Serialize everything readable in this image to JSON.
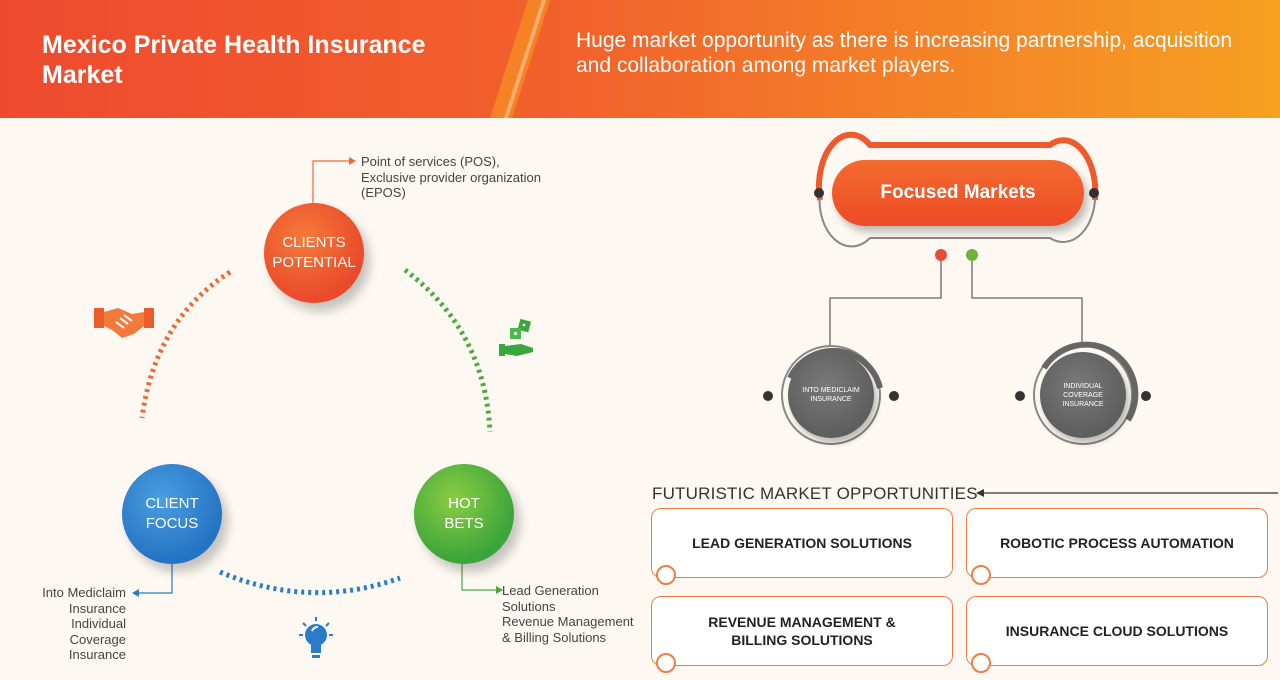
{
  "header": {
    "title": "Mexico Private Health Insurance Market",
    "subtitle": "Huge market opportunity as there is increasing partnership, acquisition and collaboration among market players."
  },
  "cycle": {
    "clients_potential": "CLIENTS\nPOTENTIAL",
    "client_focus": "CLIENT\nFOCUS",
    "hot_bets": "HOT\nBETS",
    "clients_potential_note": "Point of services (POS),\nExclusive provider organization\n(EPOS)",
    "client_focus_note": "Into Mediclaim\nInsurance\nIndividual\nCoverage\nInsurance",
    "hot_bets_note": "Lead Generation\nSolutions\nRevenue Management\n& Billing Solutions"
  },
  "focused": {
    "label": "Focused Markets",
    "left": "INTO MEDICLAIM\nINSURANCE",
    "right": "INDIVIDUAL\nCOVERAGE\nINSURANCE"
  },
  "futuristic": {
    "title": "FUTURISTIC MARKET OPPORTUNITIES",
    "items": [
      "LEAD GENERATION SOLUTIONS",
      "ROBOTIC PROCESS AUTOMATION",
      "REVENUE MANAGEMENT &\nBILLING SOLUTIONS",
      "INSURANCE CLOUD SOLUTIONS"
    ]
  },
  "colors": {
    "orange": "#ef5a2d",
    "blue": "#2574c4",
    "green": "#3aa53a",
    "gray": "#666666"
  },
  "icons": [
    "handshake-icon",
    "dice-hand-icon",
    "lightbulb-icon"
  ]
}
